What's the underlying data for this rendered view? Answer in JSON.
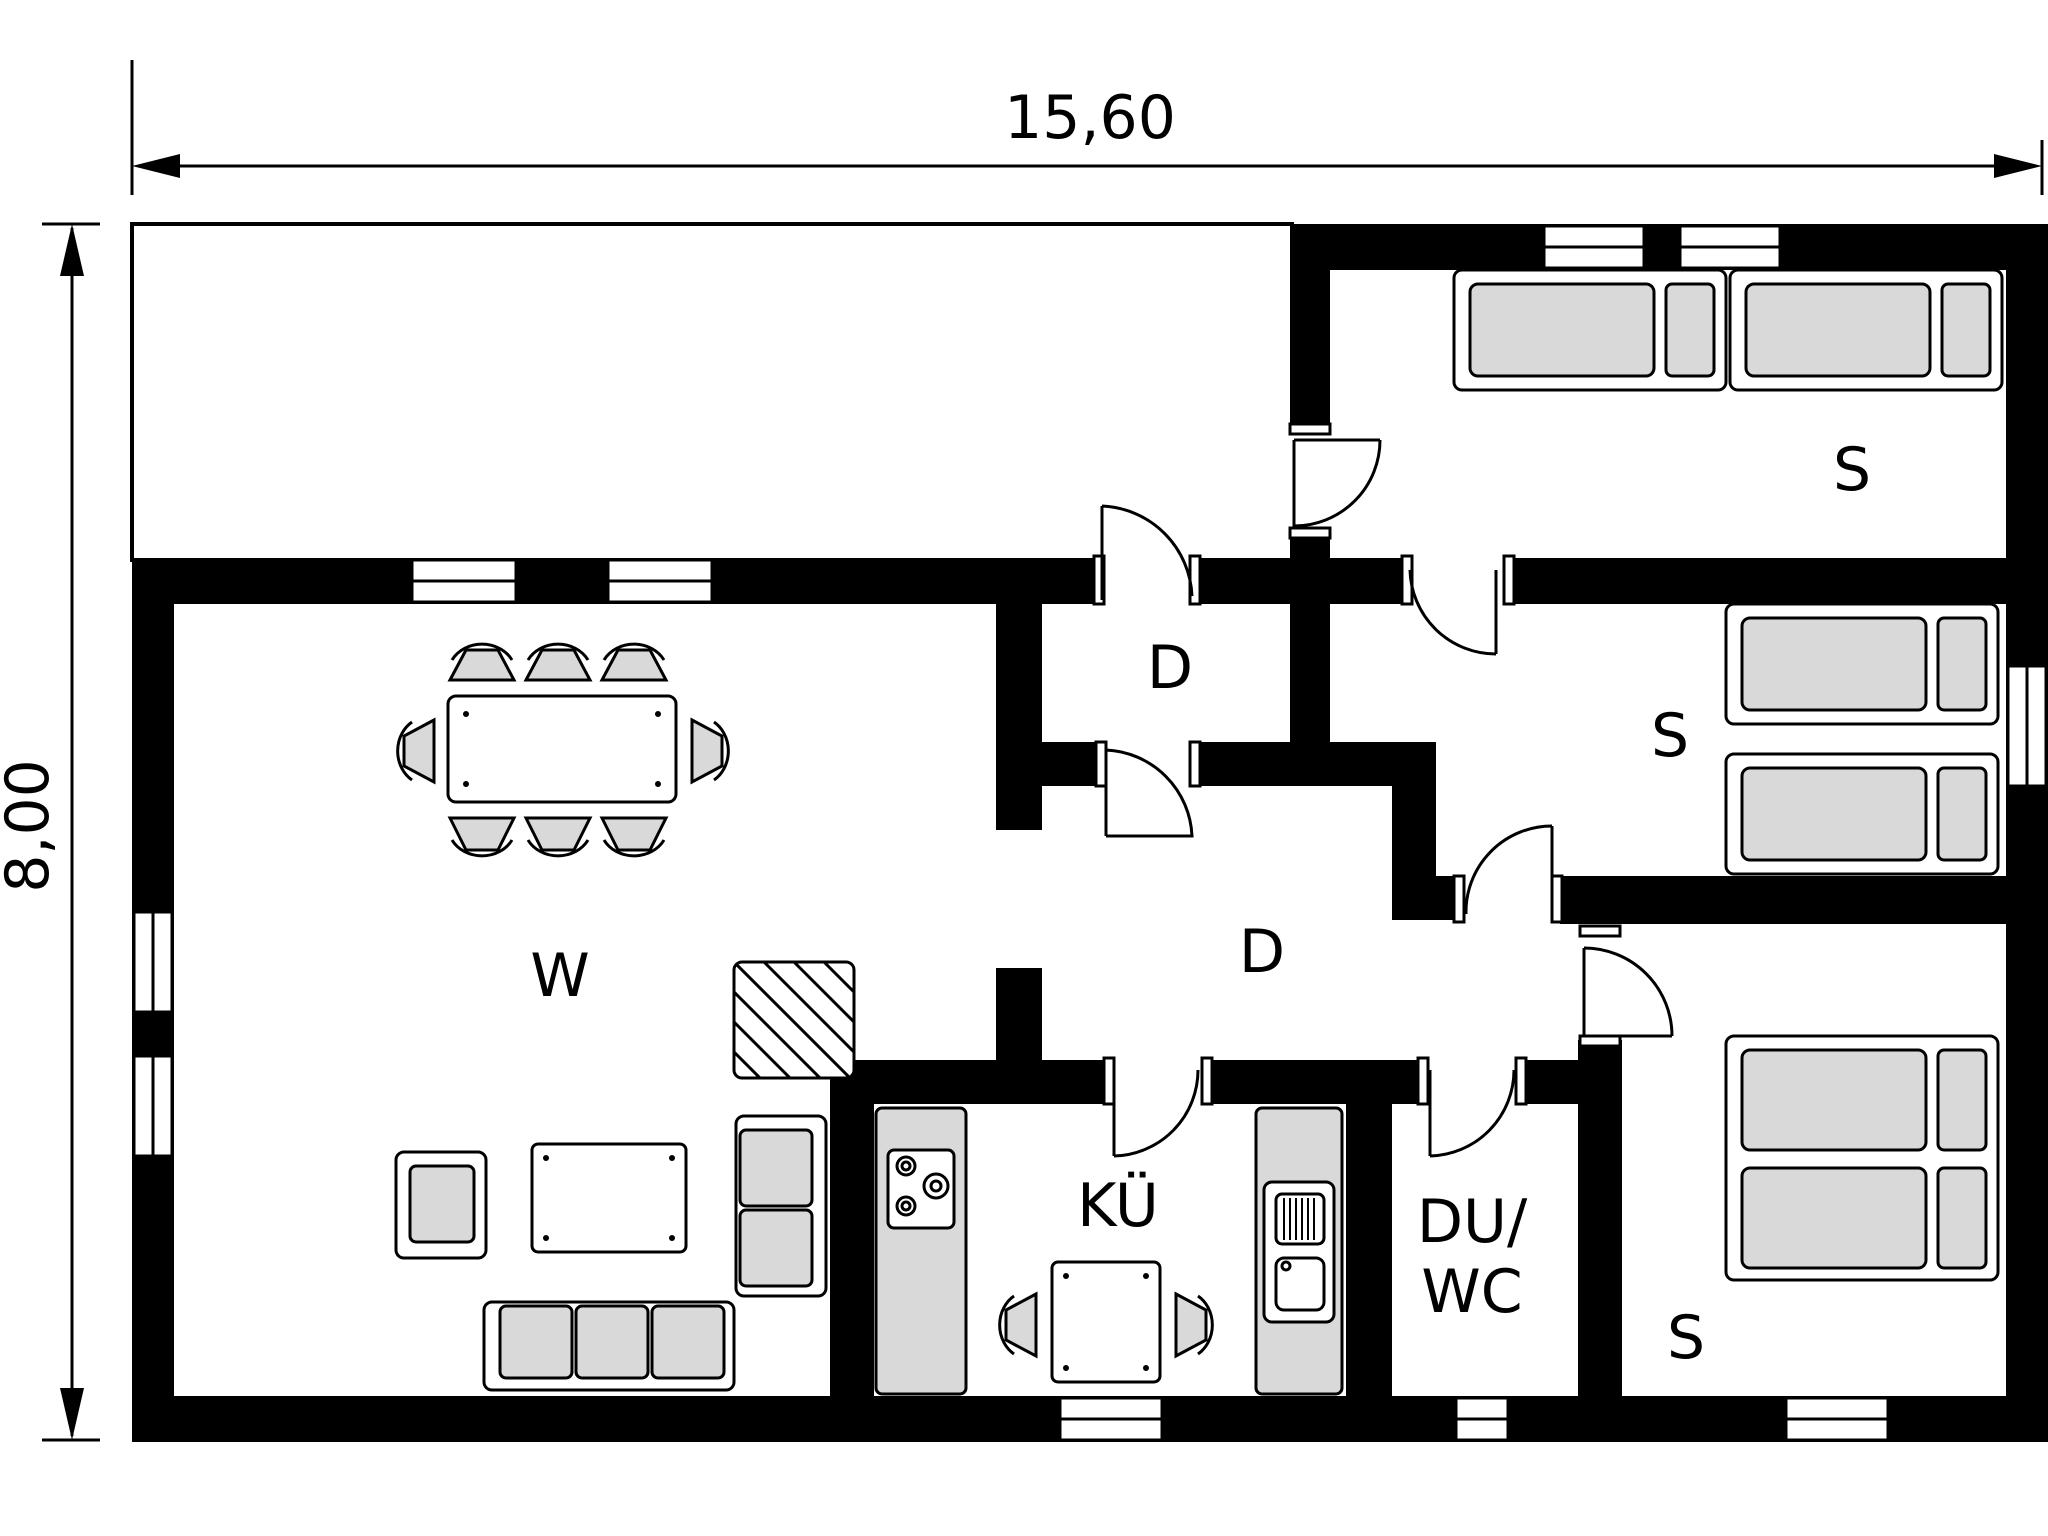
{
  "dimensions": {
    "width": "15,60",
    "height": "8,00"
  },
  "rooms": {
    "wohnzimmer": "W",
    "diele_upper": "D",
    "diele_lower": "D",
    "kueche": "KÜ",
    "bad_line1": "DU/",
    "bad_line2": "WC",
    "schlaf_1": "S",
    "schlaf_2": "S",
    "schlaf_3": "S"
  },
  "colors": {
    "wall": "#000000",
    "furniture_fill": "#d9d9d9",
    "background": "#ffffff"
  }
}
